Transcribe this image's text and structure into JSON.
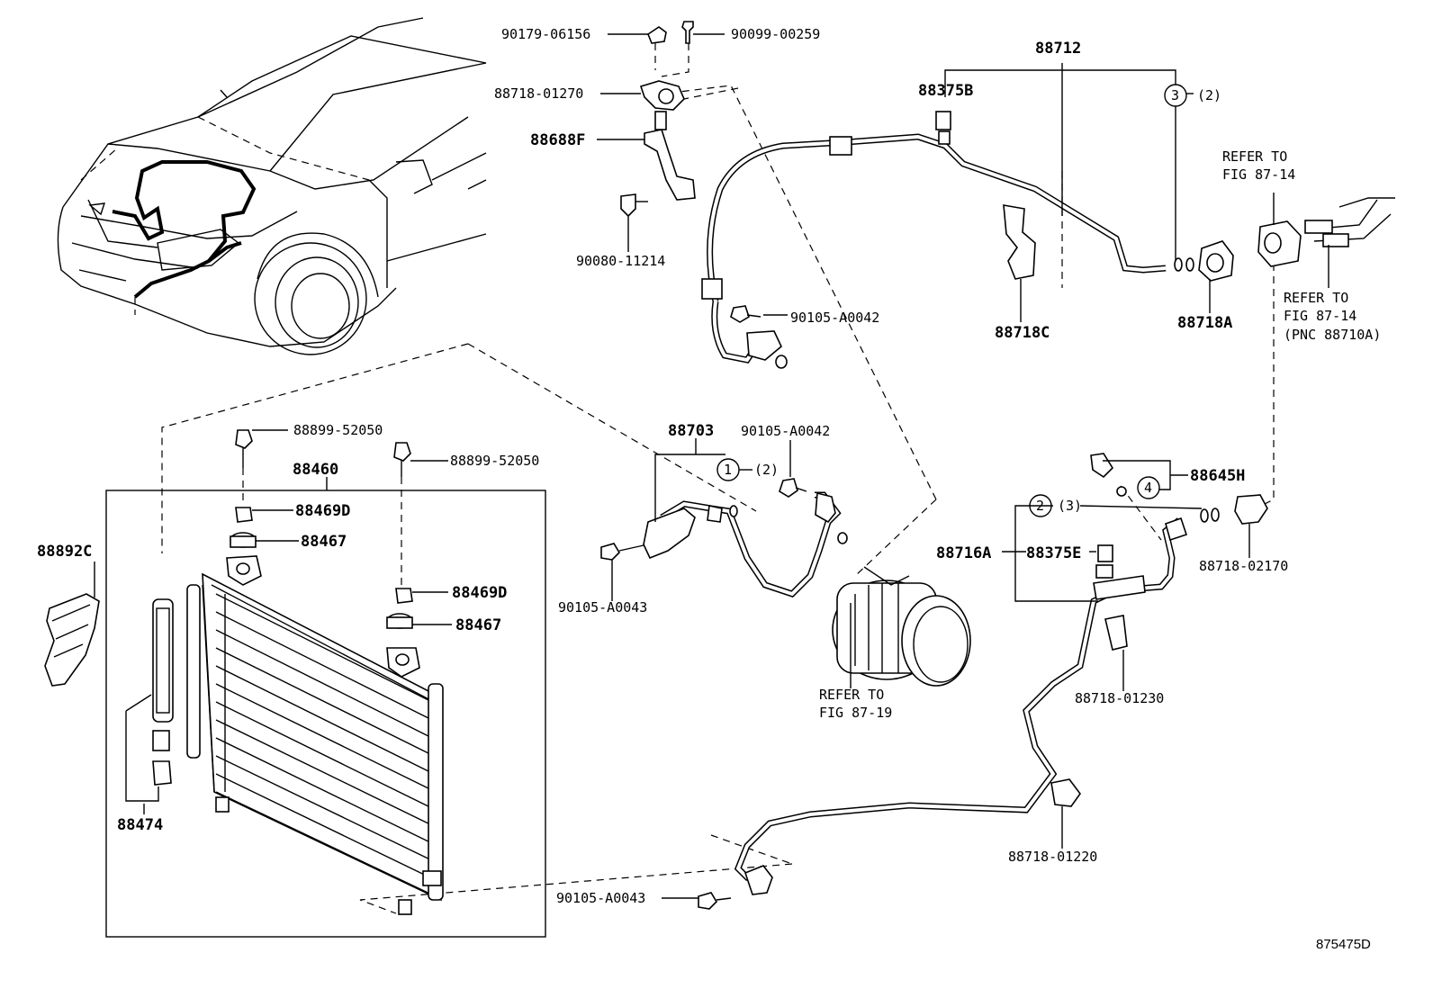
{
  "diagram_id": "875475D",
  "callouts": {
    "nut_top": "90179-06156",
    "screw_top": "90099-00259",
    "clamp_88718_01270": "88718-01270",
    "bracket_88688F": "88688F",
    "bolt_90080": "90080-11214",
    "pipe_88712": "88712",
    "valve_88375B": "88375B",
    "circle3_qty": "(2)",
    "circle3_num": "3",
    "refer_fig_87_14_top": "REFER TO\nFIG 87-14",
    "bracket_88718C": "88718C",
    "clamp_88718A": "88718A",
    "refer_fig_87_14_right": "REFER TO\nFIG 87-14\n(PNC 88710A)",
    "bolt_90105_a0042_upper": "90105-A0042",
    "hose_88703": "88703",
    "bolt_90105_a0042_mid": "90105-A0042",
    "circle1_num": "1",
    "circle1_qty": "(2)",
    "bolt_90105_a0043_left": "90105-A0043",
    "refer_fig_87_19": "REFER TO\nFIG 87-19",
    "switch_88645H": "88645H",
    "circle4_num": "4",
    "circle2_num": "2",
    "circle2_qty": "(3)",
    "pipe_88716A": "88716A",
    "valve_88375E": "88375E",
    "clamp_88718_02170": "88718-02170",
    "clamp_88718_01230": "88718-01230",
    "clamp_88718_01220": "88718-01220",
    "bolt_90105_a0043_lower": "90105-A0043",
    "bolt_88899_left": "88899-52050",
    "bolt_88899_right": "88899-52050",
    "condenser_88460": "88460",
    "cushion_88469D_left": "88469D",
    "cushion_88467_left": "88467",
    "cushion_88469D_right": "88469D",
    "cushion_88467_right": "88467",
    "seal_88892C": "88892C",
    "drier_88474": "88474"
  }
}
